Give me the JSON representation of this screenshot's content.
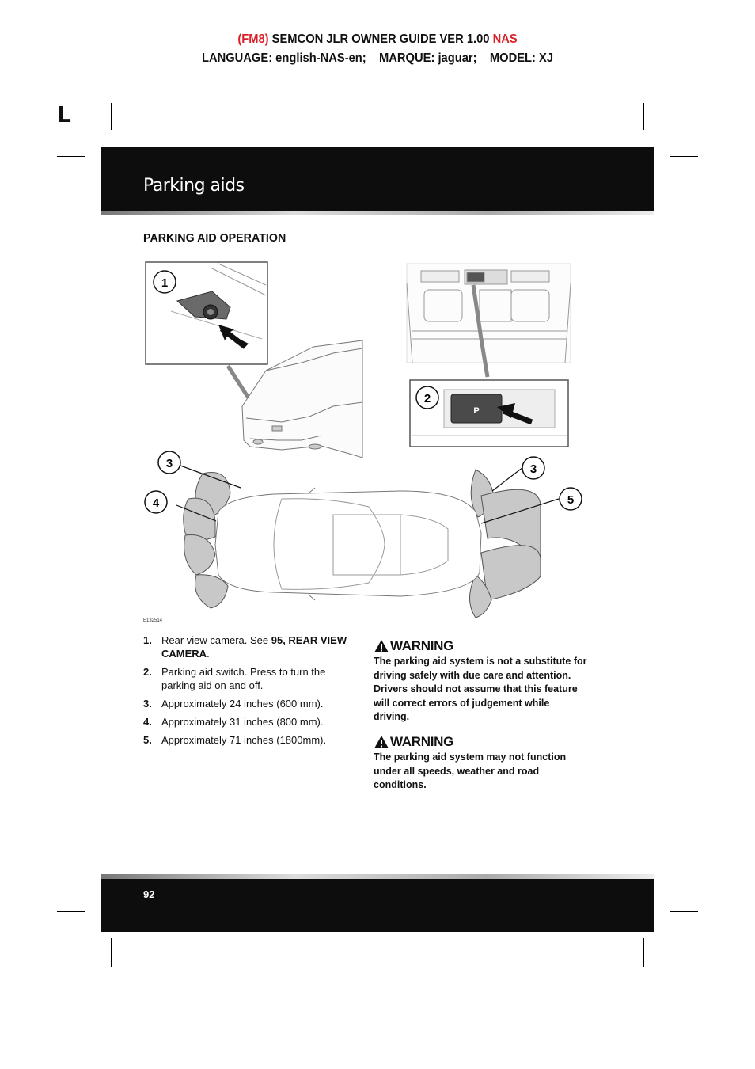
{
  "header": {
    "prefix": "(FM8)",
    "title": " SEMCON JLR OWNER GUIDE VER 1.00 ",
    "suffix": "NAS",
    "line2": "LANGUAGE: english-NAS-en;    MARQUE: jaguar;    MODEL: XJ"
  },
  "margin_letter": "L",
  "section_title": "Parking aids",
  "subheading": "PARKING AID OPERATION",
  "figure": {
    "callouts": [
      "1",
      "2",
      "3",
      "4",
      "3",
      "5"
    ],
    "image_id": "E132514",
    "switch_label": "P",
    "panel_label": "P"
  },
  "list": [
    {
      "num": "1.",
      "text": "Rear view camera. See ",
      "bold": "95, REAR VIEW CAMERA",
      "tail": "."
    },
    {
      "num": "2.",
      "text": "Parking aid switch. Press to turn the parking aid on and off.",
      "bold": "",
      "tail": ""
    },
    {
      "num": "3.",
      "text": "Approximately 24 inches (600 mm).",
      "bold": "",
      "tail": ""
    },
    {
      "num": "4.",
      "text": "Approximately 31 inches (800 mm).",
      "bold": "",
      "tail": ""
    },
    {
      "num": "5.",
      "text": "Approximately 71 inches (1800mm).",
      "bold": "",
      "tail": ""
    }
  ],
  "warnings": [
    {
      "label": "WARNING",
      "text": "The parking aid system is not a substitute for driving safely with due care and attention. Drivers should not assume that this feature will correct errors of judgement while driving."
    },
    {
      "label": "WARNING",
      "text": "The parking aid system may not function under all speeds, weather and road conditions."
    }
  ],
  "footer": {
    "page_number": "92"
  },
  "colors": {
    "accent_red": "#d8232a",
    "band": "#0d0d0d",
    "zone_fill": "#c8c8c8"
  }
}
